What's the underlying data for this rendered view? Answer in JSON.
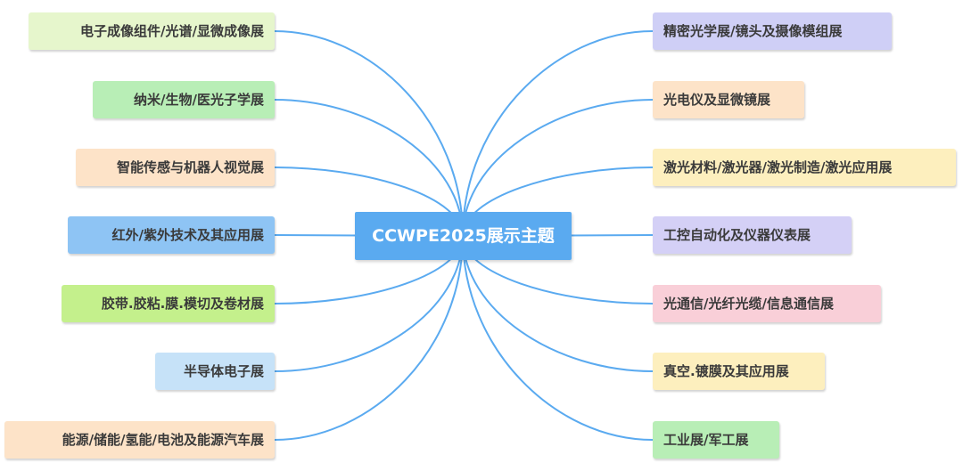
{
  "center": {
    "label": "CCWPE2025展示主题"
  },
  "left_topics": [
    {
      "label": "电子成像组件/光谱/显微成像展",
      "color": "#e6f6cc"
    },
    {
      "label": "纳米/生物/医光子学展",
      "color": "#b8eeb6"
    },
    {
      "label": "智能传感与机器人视觉展",
      "color": "#fde3c8"
    },
    {
      "label": "红外/紫外技术及其应用展",
      "color": "#8ec4f4"
    },
    {
      "label": "胶带.胶粘.膜.模切及卷材展",
      "color": "#c4f08c"
    },
    {
      "label": "半导体电子展",
      "color": "#c6e2f8"
    },
    {
      "label": "能源/储能/氢能/电池及能源汽车展",
      "color": "#fde3c8"
    }
  ],
  "right_topics": [
    {
      "label": "精密光学展/镜头及摄像模组展",
      "color": "#cfcff6"
    },
    {
      "label": "光电仪及显微镜展",
      "color": "#fde3c8"
    },
    {
      "label": "激光材料/激光器/激光制造/激光应用展",
      "color": "#fdefbe"
    },
    {
      "label": "工控自动化及仪器仪表展",
      "color": "#d4d0f6"
    },
    {
      "label": "光通信/光纤光缆/信息通信展",
      "color": "#f9cfd8"
    },
    {
      "label": "真空.镀膜及其应用展",
      "color": "#fdefbe"
    },
    {
      "label": "工业展/军工展",
      "color": "#b8eeb6"
    }
  ],
  "line_color": "#5aaaf0"
}
